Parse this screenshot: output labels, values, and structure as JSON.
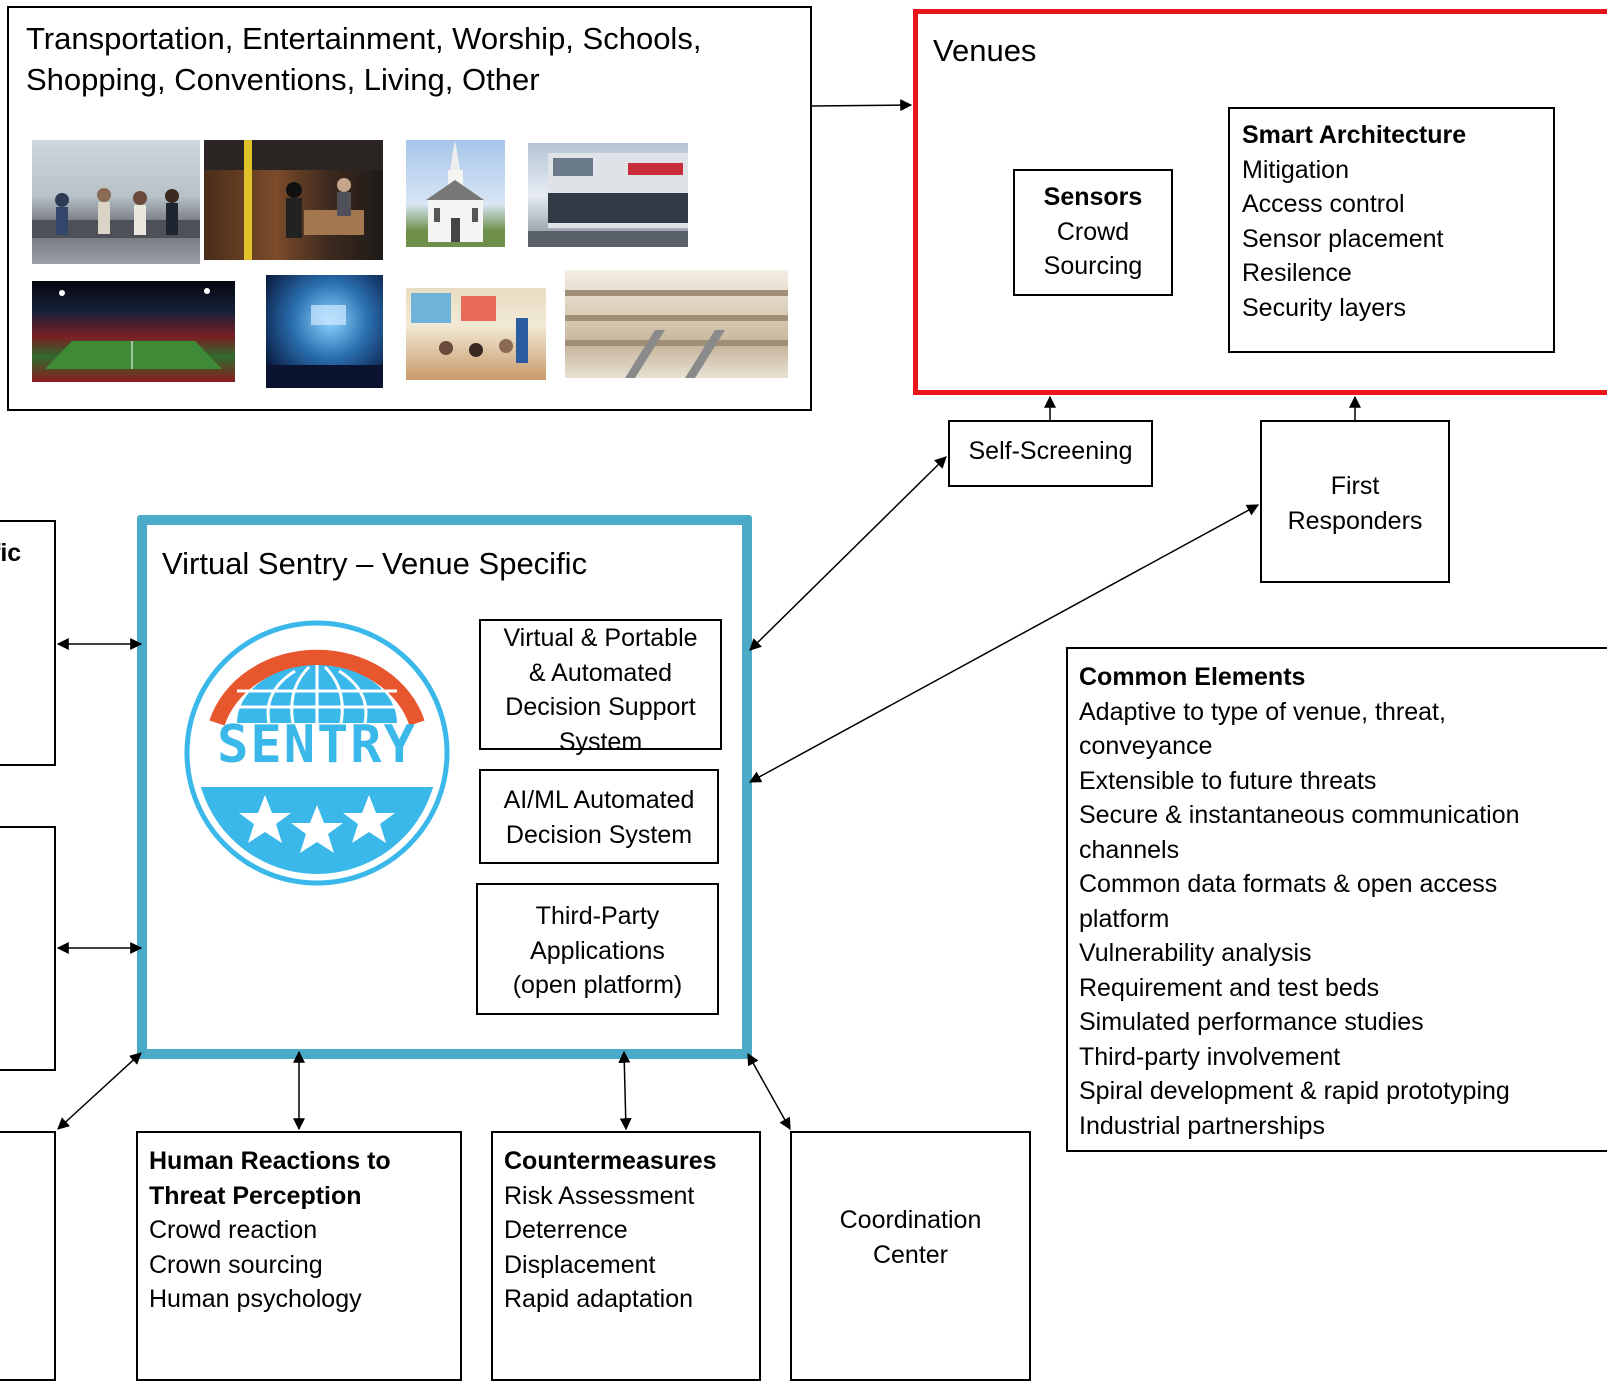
{
  "venue_types": {
    "line1": "Transportation, Entertainment, Worship, Schools,",
    "line2": "Shopping, Conventions, Living, Other",
    "photos": [
      "airport-baggage-claim",
      "subway-platform",
      "church",
      "arena-building",
      "football-stadium",
      "concert-stage",
      "classroom",
      "shopping-mall"
    ]
  },
  "venues": {
    "title": "Venues",
    "sensors": {
      "heading": "Sensors",
      "lines": [
        "Crowd",
        "Sourcing"
      ]
    },
    "smart": {
      "heading": "Smart Architecture",
      "items": [
        "Mitigation",
        "Access control",
        "Sensor placement",
        "Resilence",
        "Security layers"
      ]
    },
    "border_color": "#e8151b"
  },
  "self_screening": "Self-Screening",
  "first_responders": [
    "First",
    "Responders"
  ],
  "sentry": {
    "title": "Virtual Sentry – Venue Specific",
    "logo_text": "SENTRY",
    "border_color": "#4aaac8",
    "logo_colors": {
      "arc": "#e8562e",
      "blue": "#3ab8ea"
    },
    "modules": [
      [
        "Virtual & Portable",
        "& Automated",
        "Decision Support",
        "System"
      ],
      [
        "AI/ML Automated",
        "Decision System"
      ],
      [
        "Third-Party",
        "Applications",
        "(open platform)"
      ]
    ]
  },
  "left_cut": {
    "fragment": "fic"
  },
  "common": {
    "heading": "Common Elements",
    "lines": [
      "Adaptive to type of venue, threat,",
      "conveyance",
      "Extensible to future threats",
      "Secure & instantaneous communication",
      "channels",
      "Common data formats & open access",
      "platform",
      "Vulnerability analysis",
      "Requirement and test beds",
      "Simulated performance studies",
      "Third-party involvement",
      "Spiral development & rapid prototyping",
      "Industrial partnerships"
    ]
  },
  "human": {
    "heading": [
      "Human Reactions to",
      "Threat Perception"
    ],
    "items": [
      "Crowd reaction",
      "Crown sourcing",
      "Human psychology"
    ]
  },
  "countermeasures": {
    "heading": "Countermeasures",
    "items": [
      "Risk Assessment",
      "Deterrence",
      "Displacement",
      "Rapid adaptation"
    ]
  },
  "coordination": [
    "Coordination",
    "Center"
  ]
}
